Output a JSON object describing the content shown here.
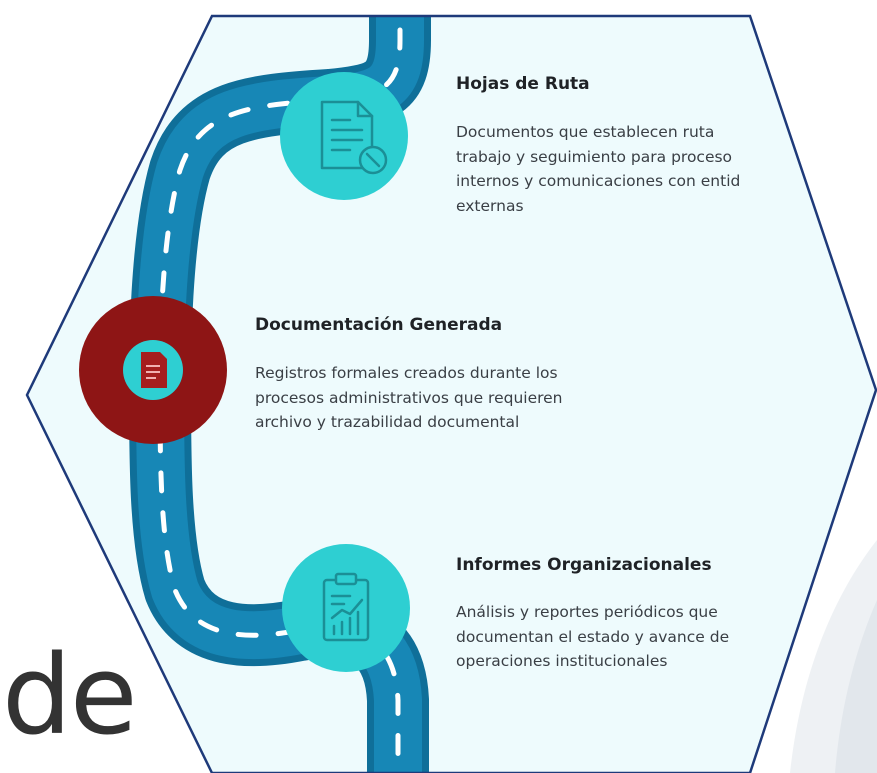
{
  "steps": [
    {
      "title": "Hojas de Ruta",
      "description_lines": [
        "Documentos que establecen ruta",
        "trabajo y seguimiento para proceso",
        "internos y comunicaciones con entid",
        "externas"
      ],
      "icon": "document-checklist-icon",
      "circle_color": "#2ecfd2",
      "highlighted": false
    },
    {
      "title": "Documentación Generada",
      "description_lines": [
        "Registros formales creados durante los",
        "procesos administrativos que requieren",
        "archivo y trazabilidad documental"
      ],
      "icon": "file-icon",
      "circle_color": "#8e1515",
      "highlighted": true
    },
    {
      "title": "Informes Organizacionales",
      "description_lines": [
        "Análisis y reportes periódicos que",
        "documentan el estado y avance de",
        "operaciones institucionales"
      ],
      "icon": "clipboard-chart-icon",
      "circle_color": "#2ecfd2",
      "highlighted": false
    }
  ],
  "stray_text": "de",
  "colors": {
    "road": "#147fae",
    "road_edge": "#0f6f99",
    "hexagon_fill": "#eefbfd",
    "hexagon_stroke": "#1e3a7a",
    "teal_circle": "#2ecfd2",
    "accent_red": "#8e1515"
  }
}
